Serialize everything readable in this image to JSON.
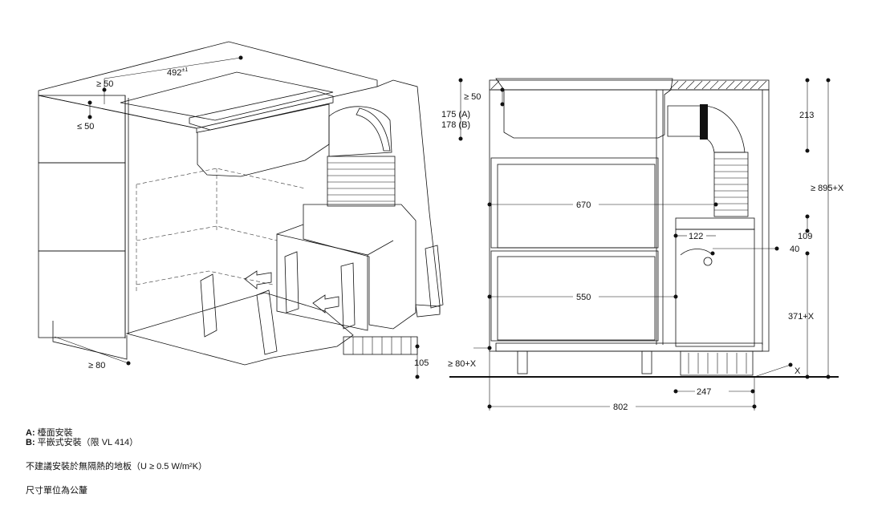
{
  "left_view": {
    "dim_width": "492",
    "dim_width_sup": "±1",
    "dim_top_gap": "≥ 50",
    "dim_front_gap": "≤ 50",
    "dim_bottom": "≥ 80",
    "dim_plinth": "105"
  },
  "right_view": {
    "dim_top_gap": "≥ 50",
    "dim_175": "175 (A)",
    "dim_178": "178 (B)",
    "dim_213": "213",
    "dim_895": "≥ 895+X",
    "dim_670": "670",
    "dim_109": "109",
    "dim_122": "122",
    "dim_40": "40",
    "dim_371": "371+X",
    "dim_550": "550",
    "dim_80": "≥ 80+X",
    "dim_x": "X",
    "dim_247": "247",
    "dim_802": "802"
  },
  "notes": {
    "a_label": "A:",
    "a_text": " 檯面安裝",
    "b_label": "B:",
    "b_text": " 平嵌式安裝（限 VL 414）",
    "floor_note": "不建議安裝於無隔熱的地板（U ≥ 0.5 W/m²K）",
    "units_note": "尺寸單位為公釐"
  }
}
